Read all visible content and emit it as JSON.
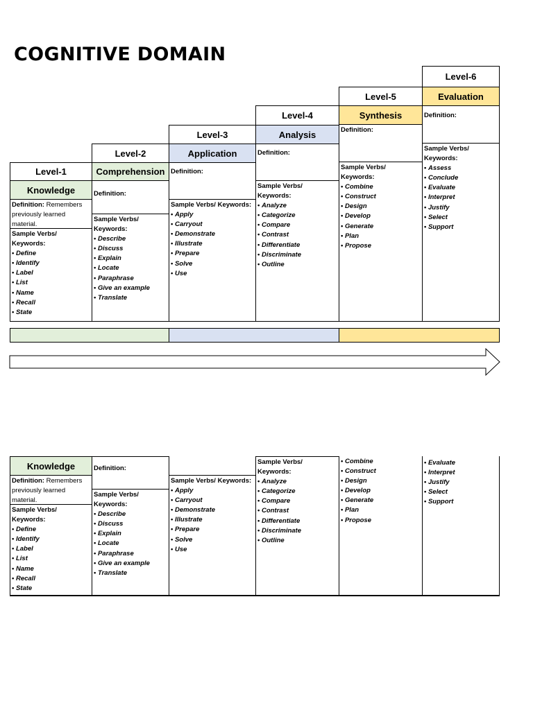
{
  "title": "COGNITIVE DOMAIN",
  "levels": [
    {
      "level": "Level-1",
      "name": "Knowledge",
      "definition_label": "Definition:",
      "definition_text": "Remembers previously learned material.",
      "verbs_label": "Sample Verbs/ Keywords:",
      "verbs": [
        "Define",
        "Identify",
        "Label",
        "List",
        "Name",
        "Recall",
        "State"
      ]
    },
    {
      "level": "Level-2",
      "name": "Comprehension",
      "definition_label": "Definition:",
      "verbs_label": "Sample Verbs/ Keywords:",
      "verbs": [
        "Describe",
        "Discuss",
        "Explain",
        "Locate",
        "Paraphrase",
        "Give an example",
        "Translate"
      ]
    },
    {
      "level": "Level-3",
      "name": "Application",
      "definition_label": "Definition:",
      "verbs_label": "Sample Verbs/ Keywords:",
      "verbs": [
        "Apply",
        "Carryout",
        "Demonstrate",
        "Illustrate",
        "Prepare",
        "Solve",
        "Use"
      ]
    },
    {
      "level": "Level-4",
      "name": "Analysis",
      "definition_label": "Definition:",
      "verbs_label": "Sample Verbs/ Keywords:",
      "verbs": [
        "Analyze",
        "Categorize",
        "Compare",
        "Contrast",
        "Differentiate",
        "Discriminate",
        "Outline"
      ]
    },
    {
      "level": "Level-5",
      "name": "Synthesis",
      "definition_label": "Definition:",
      "verbs_label": "Sample Verbs/ Keywords:",
      "verbs": [
        "Combine",
        "Construct",
        "Design",
        "Develop",
        "Generate",
        "Plan",
        "Propose"
      ]
    },
    {
      "level": "Level-6",
      "name": "Evaluation",
      "definition_label": "Definition:",
      "verbs_label": "Sample Verbs/ Keywords:",
      "verbs": [
        "Assess",
        "Conclude",
        "Evaluate",
        "Interpret",
        "Justify",
        "Select",
        "Support"
      ]
    }
  ],
  "bottom": {
    "knowledge": "Knowledge",
    "k_def_label": "Definition:",
    "k_def_text": "Remembers previously learned material.",
    "k_verbs_label": "Sample Verbs/ Keywords:",
    "k_verbs": [
      "Define",
      "Identify",
      "Label",
      "List",
      "Name",
      "Recall",
      "State"
    ],
    "c_def_label": "Definition:",
    "c_verbs_label": "Sample Verbs/ Keywords:",
    "c_verbs": [
      "Describe",
      "Discuss",
      "Explain",
      "Locate",
      "Paraphrase",
      "Give an example",
      "Translate"
    ],
    "ap_verbs_label": "Sample Verbs/ Keywords:",
    "ap_verbs": [
      "Apply",
      "Carryout",
      "Demonstrate",
      "Illustrate",
      "Prepare",
      "Solve",
      "Use"
    ],
    "an_verbs_label": "Sample Verbs/ Keywords:",
    "an_verbs": [
      "Analyze",
      "Categorize",
      "Compare",
      "Contrast",
      "Differentiate",
      "Discriminate",
      "Outline"
    ],
    "sy_verbs": [
      "Combine",
      "Construct",
      "Design",
      "Develop",
      "Generate",
      "Plan",
      "Propose"
    ],
    "ev_verbs": [
      "Evaluate",
      "Interpret",
      "Justify",
      "Select",
      "Support"
    ]
  },
  "colors": {
    "green": "#e2efda",
    "blue": "#d9e1f2",
    "yellow": "#ffe699"
  }
}
